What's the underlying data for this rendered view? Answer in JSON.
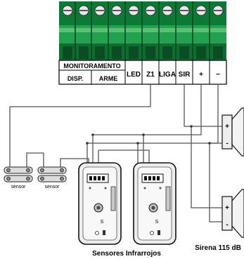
{
  "terminal_block": {
    "group_monitoramento": "MONITORAMENTO",
    "sub_disp": "DISP.",
    "sub_arme": "ARME",
    "terminals": [
      "LED",
      "Z1",
      "LIGA",
      "SIR",
      "+",
      "−"
    ]
  },
  "sensors": {
    "magnetic_1": "sensor",
    "magnetic_2": "sensor",
    "infrared_caption": "Sensores Infrarrojos",
    "pir_small_label": "S"
  },
  "siren": {
    "caption": "Sirena 115 dB",
    "top_plus": "+",
    "top_minus": "-",
    "bottom_plus": "+",
    "bottom_minus": "-"
  },
  "colors": {
    "terminal_dark": "#0b7a36",
    "terminal_mid": "#22a24f",
    "terminal_light": "#7fd38f",
    "wire": "#555555",
    "sensor_body": "#ededed",
    "screw": "#9a9a9a"
  }
}
